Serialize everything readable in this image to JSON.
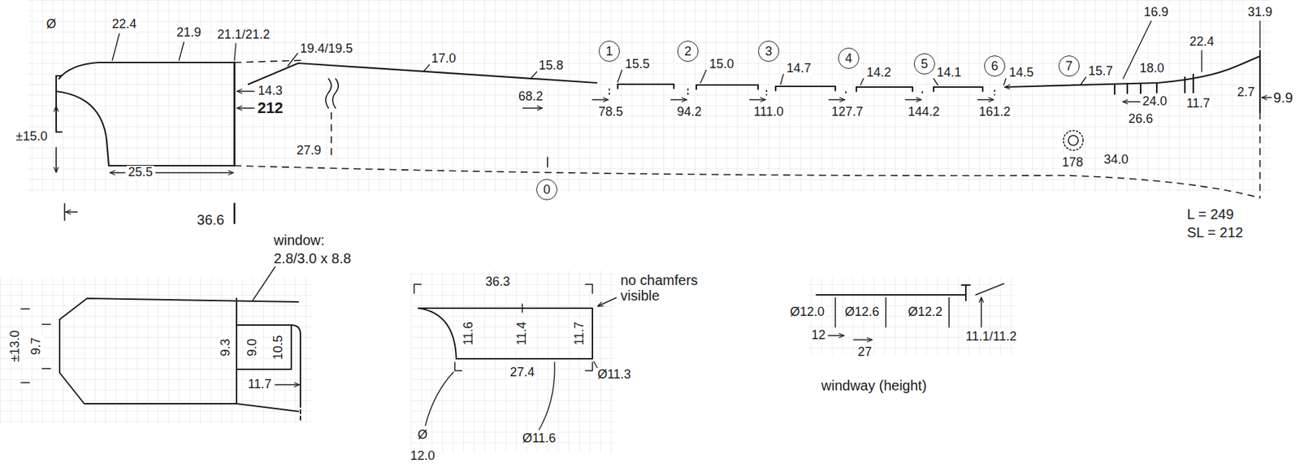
{
  "diagram": {
    "nodes": [
      {
        "text": [
          "1"
        ]
      },
      {
        "text": [
          "2"
        ]
      },
      {
        "text": [
          "3"
        ]
      },
      {
        "text": [
          "4"
        ]
      },
      {
        "text": [
          "5"
        ]
      },
      {
        "text": [
          "6"
        ]
      },
      {
        "text": [
          "7"
        ]
      },
      {
        "text": [
          "0"
        ]
      }
    ],
    "labels": [
      "Ø",
      "22.4",
      "21.9",
      "21.1/21.2",
      "19.4/19.5",
      "17.0",
      "15.8",
      "15.5",
      "15.0",
      "14.7",
      "14.2",
      "14.1",
      "14.5",
      "16.9",
      "15.7",
      "18.0",
      "22.4",
      "31.9",
      "2.7",
      "24.0",
      "11.7",
      "9.9",
      "26.6",
      "68.2",
      "78.5",
      "94.2",
      "111.0",
      "127.7",
      "144.2",
      "161.2",
      "178",
      "34.0",
      "14.3",
      "212",
      "27.9",
      "±15.0",
      "25.5",
      "36.6",
      "L = 249",
      "SL = 212",
      "window:",
      "2.8/3.0 x 8.8",
      "±13.0",
      "9.7",
      "9.3",
      "9.0",
      "10.5",
      "11.7",
      "36.3",
      "no chamfers visible",
      "11.6",
      "11.4",
      "11.7",
      "27.4",
      "Ø11.3",
      "Ø",
      "12.0",
      "Ø11.6",
      "Ø12.0",
      "Ø12.6",
      "Ø12.2",
      "12",
      "27",
      "11.1/11.2",
      "windway (height)"
    ]
  }
}
